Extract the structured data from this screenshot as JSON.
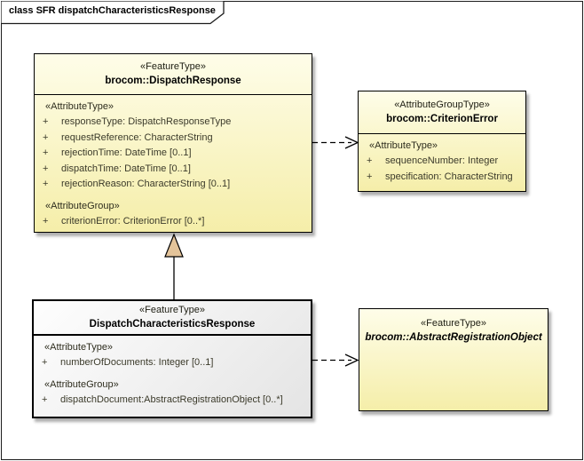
{
  "frame": {
    "title": "class SFR dispatchCharacteristicsResponse"
  },
  "colors": {
    "class_fill_top": "#FEFDE9",
    "class_fill_bottom": "#F5EEA9",
    "main_class_fill_top": "#FEFEFE",
    "main_class_fill_bottom": "#E4E4E4",
    "border": "#000000",
    "attribute_text": "#3B3A2A",
    "generalization_arrowhead_fill": "#E4C49A"
  },
  "classes": [
    {
      "stereotype": "«FeatureType»",
      "name": "brocom::DispatchResponse",
      "sections": [
        {
          "header": "«AttributeType»",
          "attrs": [
            {
              "vis": "+",
              "text": "responseType: DispatchResponseType"
            },
            {
              "vis": "+",
              "text": "requestReference: CharacterString"
            },
            {
              "vis": "+",
              "text": "rejectionTime: DateTime [0..1]"
            },
            {
              "vis": "+",
              "text": "dispatchTime: DateTime [0..1]"
            },
            {
              "vis": "+",
              "text": "rejectionReason: CharacterString [0..1]"
            }
          ]
        },
        {
          "header": "«AttributeGroup»",
          "attrs": [
            {
              "vis": "+",
              "text": "criterionError: CriterionError [0..*]"
            }
          ]
        }
      ]
    },
    {
      "stereotype": "«AttributeGroupType»",
      "name": "brocom::CriterionError",
      "sections": [
        {
          "header": "«AttributeType»",
          "attrs": [
            {
              "vis": "+",
              "text": "sequenceNumber: Integer"
            },
            {
              "vis": "+",
              "text": "specification: CharacterString"
            }
          ]
        }
      ]
    },
    {
      "stereotype": "«FeatureType»",
      "name": "DispatchCharacteristicsResponse",
      "sections": [
        {
          "header": "«AttributeType»",
          "attrs": [
            {
              "vis": "+",
              "text": "numberOfDocuments: Integer [0..1]"
            }
          ]
        },
        {
          "header": "«AttributeGroup»",
          "attrs": [
            {
              "vis": "+",
              "text": "dispatchDocument:AbstractRegistrationObject [0..*]"
            }
          ]
        }
      ]
    },
    {
      "stereotype": "«FeatureType»",
      "name": "brocom::AbstractRegistrationObject"
    }
  ],
  "connectors": [
    {
      "type": "generalization",
      "from": "DispatchCharacteristicsResponse",
      "to": "brocom::DispatchResponse"
    },
    {
      "type": "dependency",
      "from": "brocom::DispatchResponse",
      "to": "brocom::CriterionError"
    },
    {
      "type": "dependency",
      "from": "DispatchCharacteristicsResponse",
      "to": "brocom::AbstractRegistrationObject"
    }
  ]
}
